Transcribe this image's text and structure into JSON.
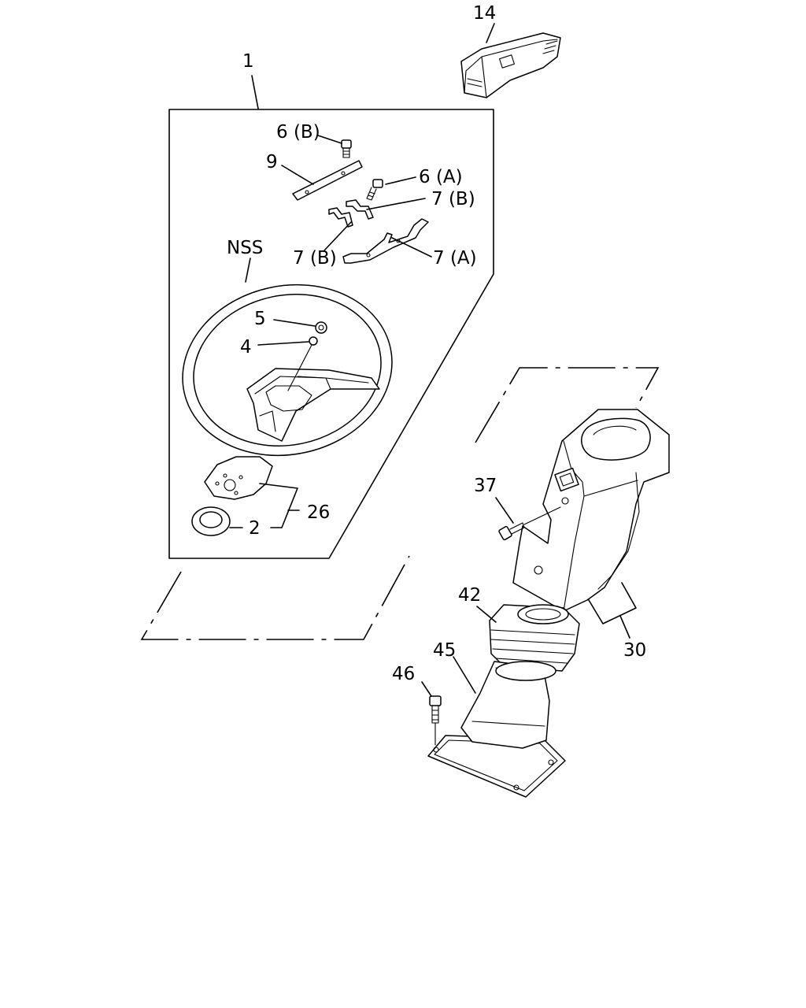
{
  "callouts": {
    "c1": "1",
    "c14": "14",
    "c6b": "6 (B)",
    "c9": "9",
    "c6a": "6 (A)",
    "c7b_upper": "7 (B)",
    "c7b_lower": "7 (B)",
    "c7a": "7 (A)",
    "nss": "NSS",
    "c5": "5",
    "c4": "4",
    "c26": "26",
    "c2": "2",
    "c37": "37",
    "c42": "42",
    "c30": "30",
    "c45": "45",
    "c46": "46"
  }
}
